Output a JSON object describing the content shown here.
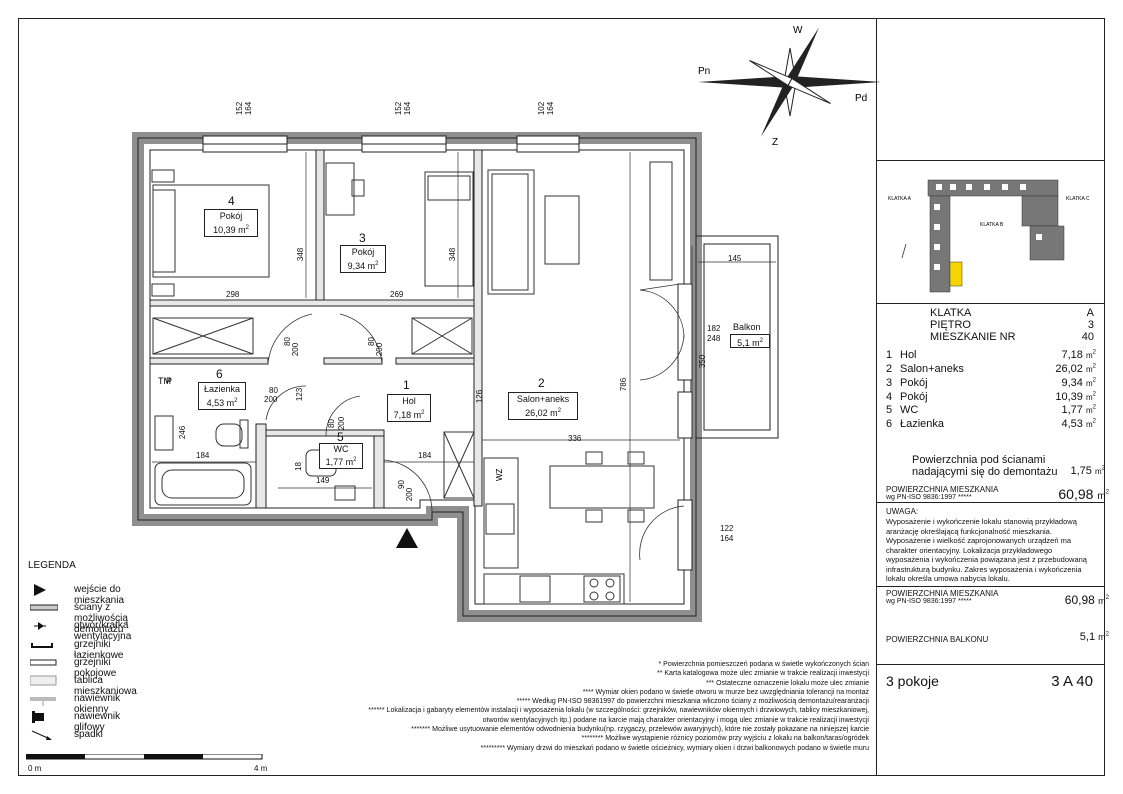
{
  "compass": {
    "w": "W",
    "pn": "Pn",
    "pd": "Pd",
    "z": "Z"
  },
  "plan": {
    "rooms": [
      {
        "num": "4",
        "name": "Pokój",
        "area": "10,39 m"
      },
      {
        "num": "3",
        "name": "Pokój",
        "area": "9,34 m"
      },
      {
        "num": "1",
        "name": "Hol",
        "area": "7,18 m"
      },
      {
        "num": "2",
        "name": "Salon+aneks",
        "area": "26,02 m"
      },
      {
        "num": "6",
        "name": "Łazienka",
        "area": "4,53 m"
      },
      {
        "num": "5",
        "name": "WC",
        "area": "1,77 m"
      },
      {
        "num": "",
        "name": "Balkon",
        "area": "5,1 m"
      }
    ],
    "dims": [
      "298",
      "269",
      "348",
      "348",
      "336",
      "786",
      "184",
      "184",
      "149",
      "145",
      "350",
      "246",
      "123",
      "126",
      "18",
      "80",
      "200",
      "90",
      "200",
      "182",
      "248",
      "152",
      "164",
      "102",
      "122",
      "P",
      "TM",
      "WZ"
    ]
  },
  "legend": {
    "title": "LEGENDA",
    "items": [
      "wejście do mieszkania",
      "ściany z możliwością demontażu",
      "otwór/kratka wentylacyjna",
      "grzejniki łazienkowe",
      "grzejniki pokojowe",
      "tablica mieszkaniowa",
      "nawiewnik okienny",
      "nawiewnik glifowy",
      "spadki"
    ]
  },
  "scale": {
    "start": "0 m",
    "end": "4 m"
  },
  "footnotes": [
    "* Powierzchnia pomieszczeń podana w świetle wykończonych ścian",
    "** Karta katalogowa może ulec zmianie w trakcie realizacji inwestycji",
    "*** Ostateczne oznaczenie lokalu może ulec zmianie",
    "**** Wymiar okien podano w świetle otworu w murze bez uwzględniania tolerancji na montaż",
    "***** Według PN-ISO 98361997 do powierzchni mieszkania wliczono ściany z możliwością demontażu/rearanżacji",
    "****** Lokalizacja i gabaryty elementów instalacji i wyposażenia lokalu (w szczególności: grzejników, nawiewników okiennych i drzwiowych, tablicy mieszkaniowej,",
    "otworów wentylacyjnych itp.) podane na karcie mają charakter orientacyjny i mogą ulec zmianie w trakcie realizacji inwestycji",
    "******* Możliwe usytuowanie elementów odwodnienia budynku(np. rzygaczy, przelewów awaryjnych), które nie zostały pokazane na niniejszej karcie",
    "******** Możliwe wystąpienie różnicy poziomów przy wyjściu z lokalu na balkon/taras/ogródek",
    "********* Wymiary drzwi do mieszkań podano w świetle ościeżnicy, wymiary okien i drzwi balkonowych podano w świetle muru"
  ],
  "keyplan": {
    "labels": [
      "KLATKA A",
      "KLATKA B",
      "KLATKA C"
    ]
  },
  "info": {
    "klatka_label": "KLATKA",
    "klatka_value": "A",
    "pietro_label": "PIĘTRO",
    "pietro_value": "3",
    "nr_label": "MIESZKANIE NR",
    "nr_value": "40",
    "rooms": [
      {
        "n": "1",
        "name": "Hol",
        "area": "7,18"
      },
      {
        "n": "2",
        "name": "Salon+aneks",
        "area": "26,02"
      },
      {
        "n": "3",
        "name": "Pokój",
        "area": "9,34"
      },
      {
        "n": "4",
        "name": "Pokój",
        "area": "10,39"
      },
      {
        "n": "5",
        "name": "WC",
        "area": "1,77"
      },
      {
        "n": "6",
        "name": "Łazienka",
        "area": "4,53"
      }
    ],
    "unit": "m",
    "wall_label_1": "Powierzchnia pod ścianami",
    "wall_label_2": "nadającymi się do demontażu",
    "wall_value": "1,75",
    "area_label": "POWIERZCHNIA MIESZKANIA",
    "area_sub": "wg PN-ISO 9836:1997 *****",
    "area_value": "60,98",
    "uwaga_title": "UWAGA:",
    "uwaga_lines": [
      "Wyposażenie i wykończenie lokalu stanowią przykładową",
      "aranżację określającą funkcjonalność mieszkania.",
      "Wyposażenie i wielkość zaprojonowanych urządzeń ma",
      "charakter orientacyjny. Lokalizacja przykładowego",
      "wyposażenia i wykończenia powiązana jest z przebudowaną",
      "infrastrukturą budynku. Zakres wyposażenia i wykończenia",
      "lokalu określa umowa nabycia lokalu."
    ],
    "area2_label": "POWIERZCHNIA MIESZKANIA",
    "area2_sub": "wg PN-ISO 9836:1997 *****",
    "area2_value": "60,98",
    "balkon_label": "POWIERZCHNIA BALKONU",
    "balkon_value": "5,1",
    "rooms_count": "3 pokoje",
    "code": "3 A 40"
  }
}
